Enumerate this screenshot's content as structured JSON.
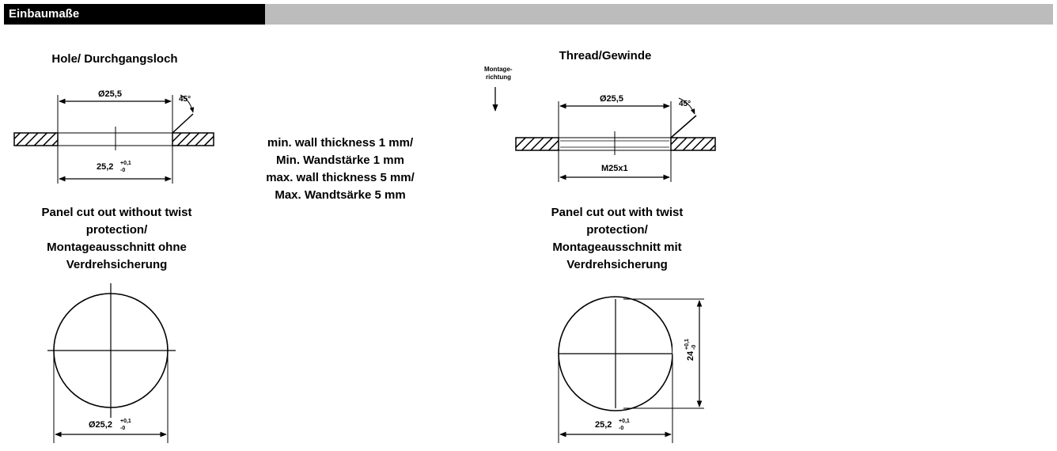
{
  "header": {
    "title": "Einbaumaße",
    "bar_color": "#bcbcbc",
    "title_bg": "#000000"
  },
  "hole_section": {
    "title": "Hole/ Durchgangsloch",
    "top_dim": "Ø25,5",
    "angle": "45°",
    "bottom_dim": "25,2",
    "tolerance_upper": "+0,1",
    "tolerance_lower": "-0"
  },
  "wall_note": {
    "lines": [
      "min. wall thickness 1 mm/",
      "Min. Wandstärke 1 mm",
      "max. wall thickness 5 mm/",
      "Max. Wandtsärke 5 mm"
    ]
  },
  "thread_section": {
    "title": "Thread/Gewinde",
    "direction_label_1": "Montage-",
    "direction_label_2": "richtung",
    "top_dim": "Ø25,5",
    "angle": "45°",
    "bottom_dim": "M25x1"
  },
  "cutout_no_twist": {
    "caption_lines": [
      "Panel cut out without twist",
      "protection/",
      "Montageausschnitt ohne",
      "Verdrehsicherung"
    ],
    "dim": "Ø25,2",
    "tolerance_upper": "+0,1",
    "tolerance_lower": "-0"
  },
  "cutout_twist": {
    "caption_lines": [
      "Panel cut out with twist",
      "protection/",
      "Montageausschnitt mit",
      "Verdrehsicherung"
    ],
    "bottom_dim": "25,2",
    "tolerance_upper": "+0,1",
    "tolerance_lower": "-0",
    "side_dim": "24",
    "side_tol_upper": "+0,1",
    "side_tol_lower": "-0"
  }
}
